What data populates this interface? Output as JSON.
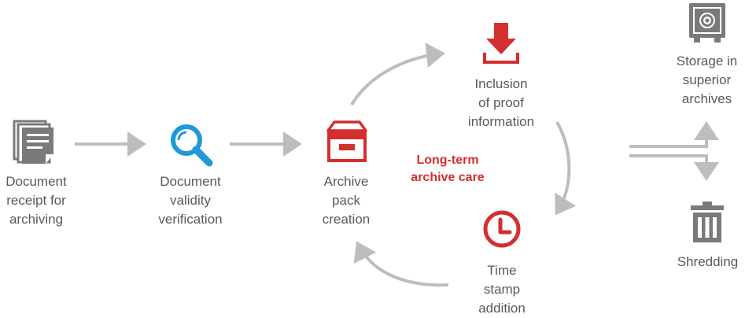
{
  "colors": {
    "arrow": "#bdbdbd",
    "text": "#595959",
    "accent_red": "#d32f2f",
    "accent_blue": "#1e9ad6",
    "icon_gray": "#7a7a7a"
  },
  "center_label": {
    "lines": [
      "Long-term",
      "archive care"
    ]
  },
  "steps": [
    {
      "icon": "document-stack-icon",
      "lines": [
        "Document",
        "receipt for",
        "archiving"
      ]
    },
    {
      "icon": "magnifier-icon",
      "lines": [
        "Document",
        "validity",
        "verification"
      ]
    },
    {
      "icon": "archive-drawer-icon",
      "lines": [
        "Archive",
        "pack",
        "creation"
      ]
    },
    {
      "icon": "download-tray-icon",
      "lines": [
        "Inclusion",
        "of proof",
        "information"
      ]
    },
    {
      "icon": "clock-icon",
      "lines": [
        "Time",
        "stamp",
        "addition"
      ]
    },
    {
      "icon": "safe-icon",
      "lines": [
        "Storage in",
        "superior",
        "archives"
      ]
    },
    {
      "icon": "trash-bin-icon",
      "lines": [
        "Shredding"
      ]
    }
  ]
}
